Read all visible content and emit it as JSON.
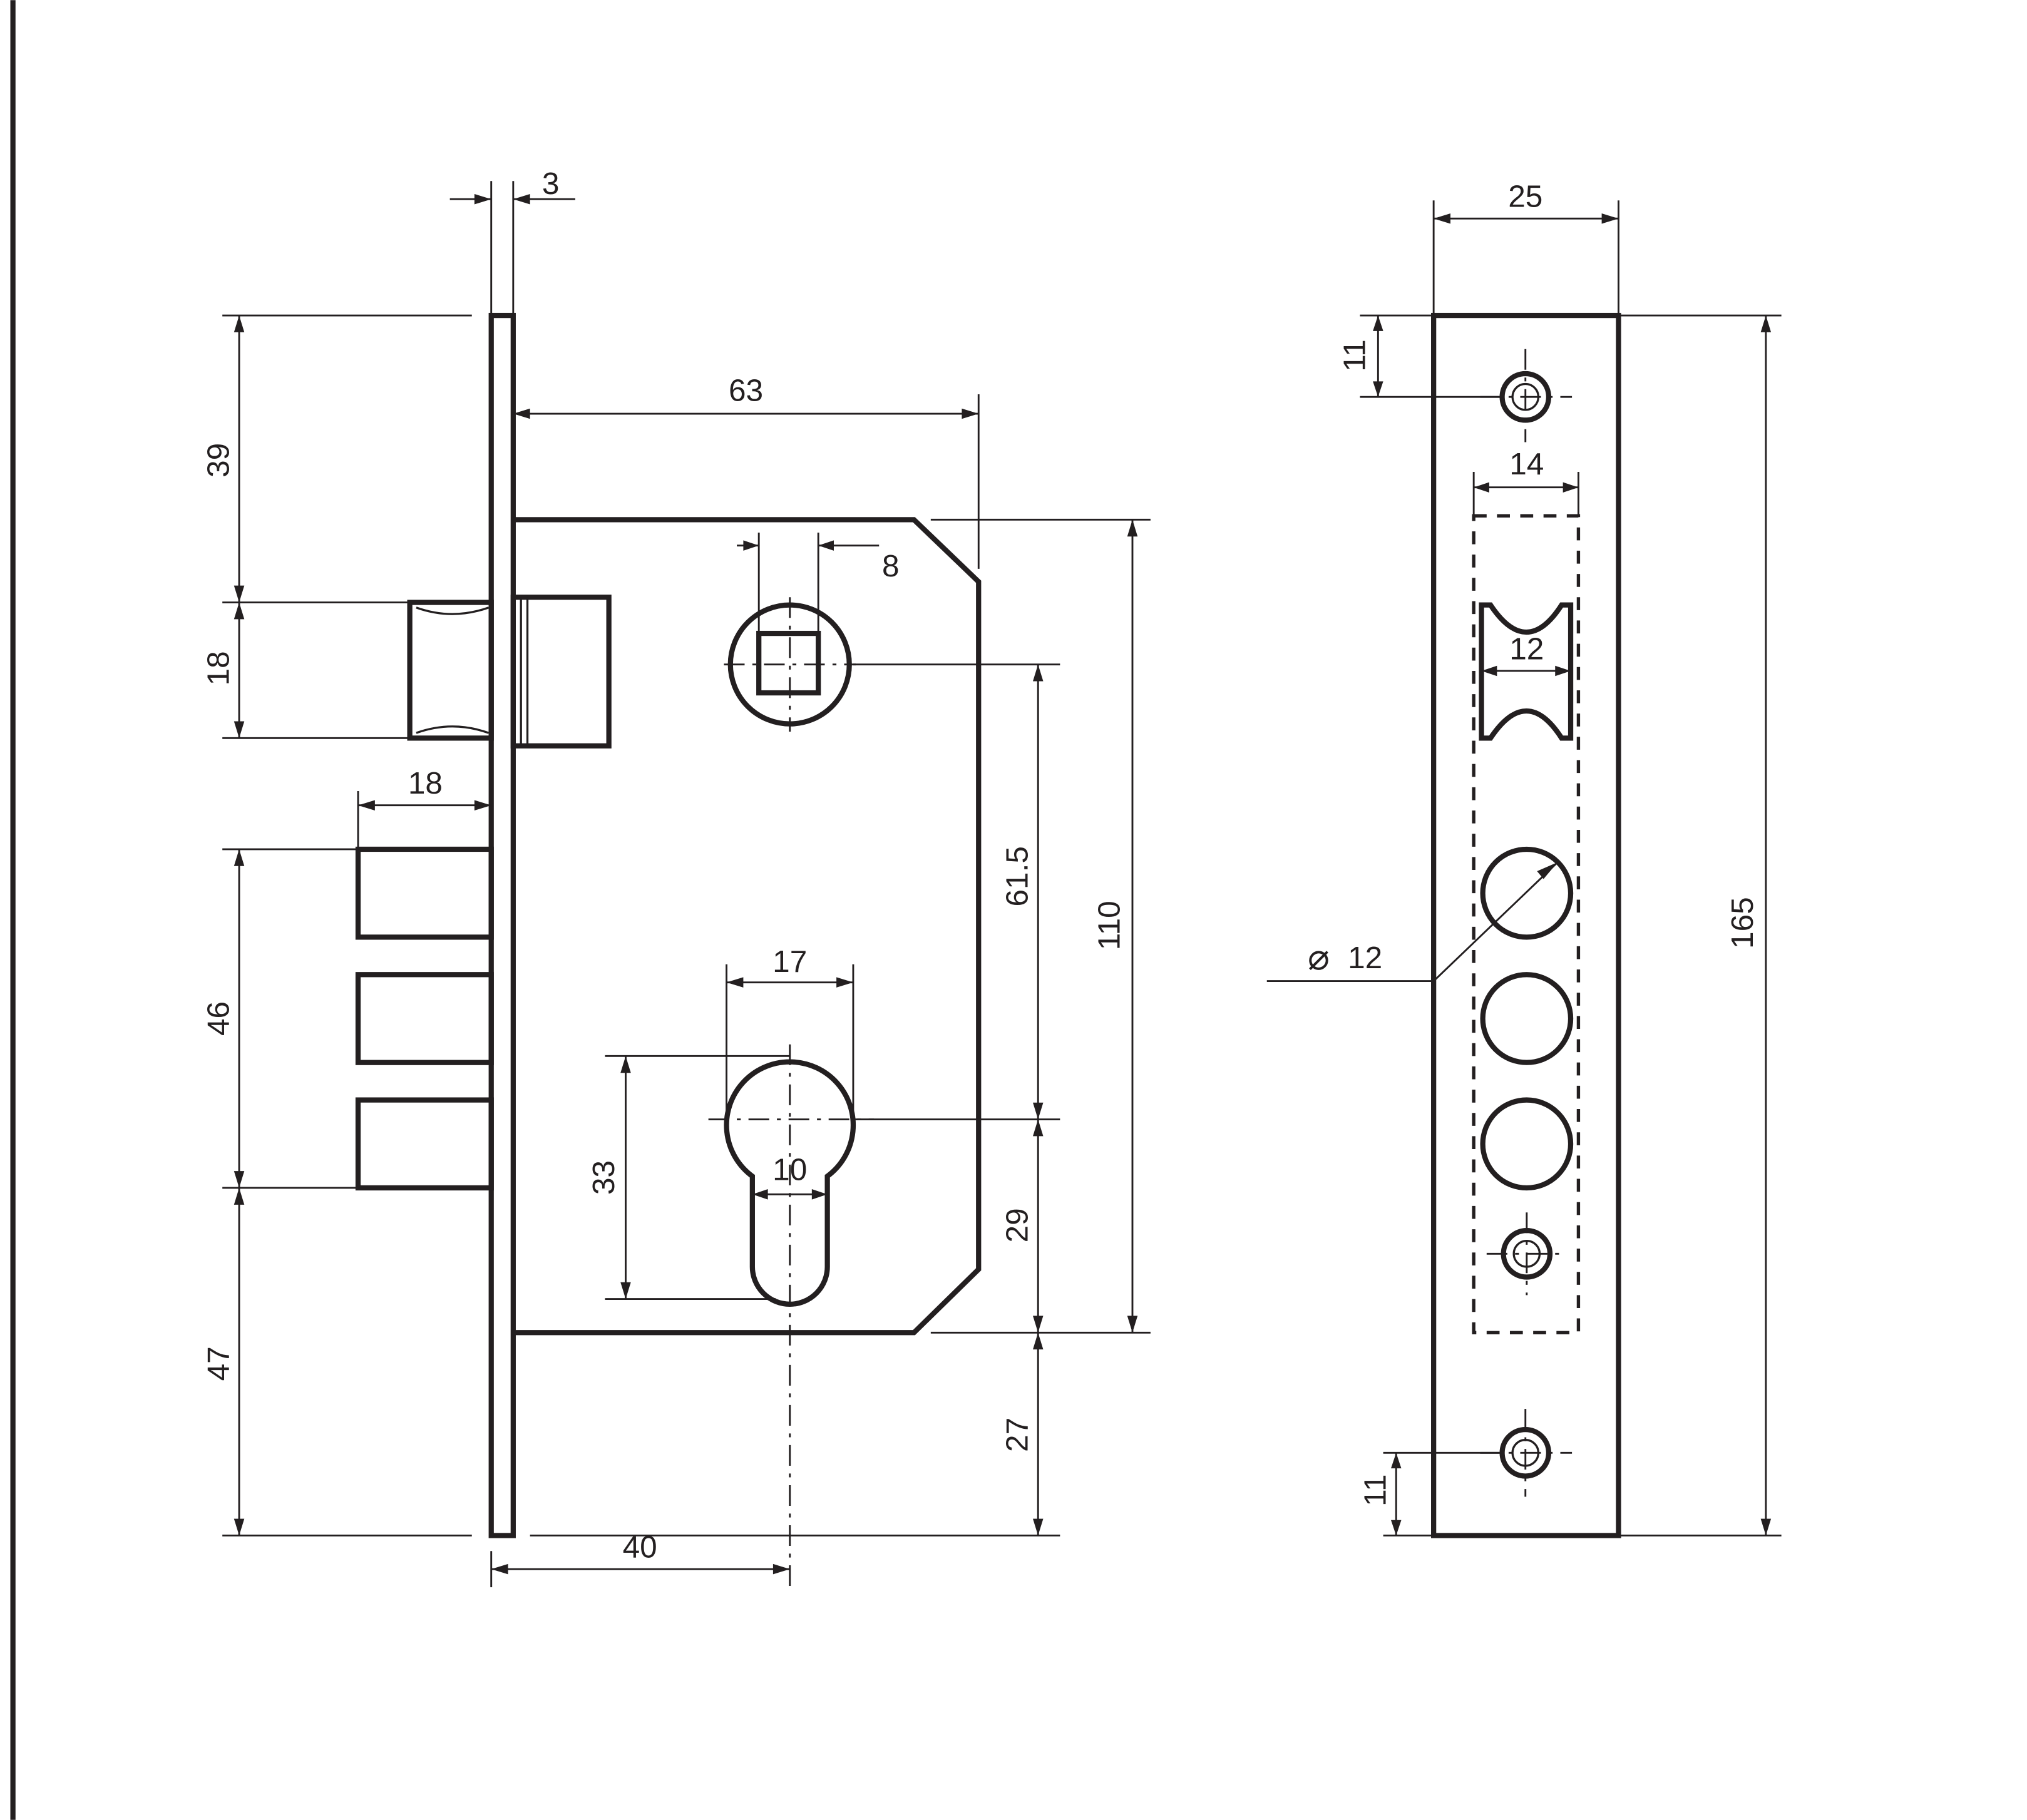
{
  "side_view": {
    "dim_faceplate_thickness": "3",
    "dim_backset_total": "63",
    "dim_spindle_square": "8",
    "dim_top_to_deadbolt": "39",
    "dim_deadbolt_height": "18",
    "dim_latch_projection": "18",
    "dim_bolt_group_height": "46",
    "dim_bottom_to_bolts": "47",
    "dim_spindle_to_cylinder": "61.5",
    "dim_case_height": "110",
    "dim_cylinder_to_case_bottom": "29",
    "dim_case_bottom_to_plate": "27",
    "dim_cylinder_width": "17",
    "dim_cylinder_height": "33",
    "dim_cylinder_slot": "10",
    "dim_backset": "40"
  },
  "front_view": {
    "dim_faceplate_width": "25",
    "dim_top_screw": "11",
    "dim_bolt_area_width": "14",
    "dim_latch_width": "12",
    "dim_bolt_diameter": "12",
    "diameter_symbol": "⌀",
    "dim_faceplate_length": "165",
    "dim_bottom_screw": "11"
  }
}
